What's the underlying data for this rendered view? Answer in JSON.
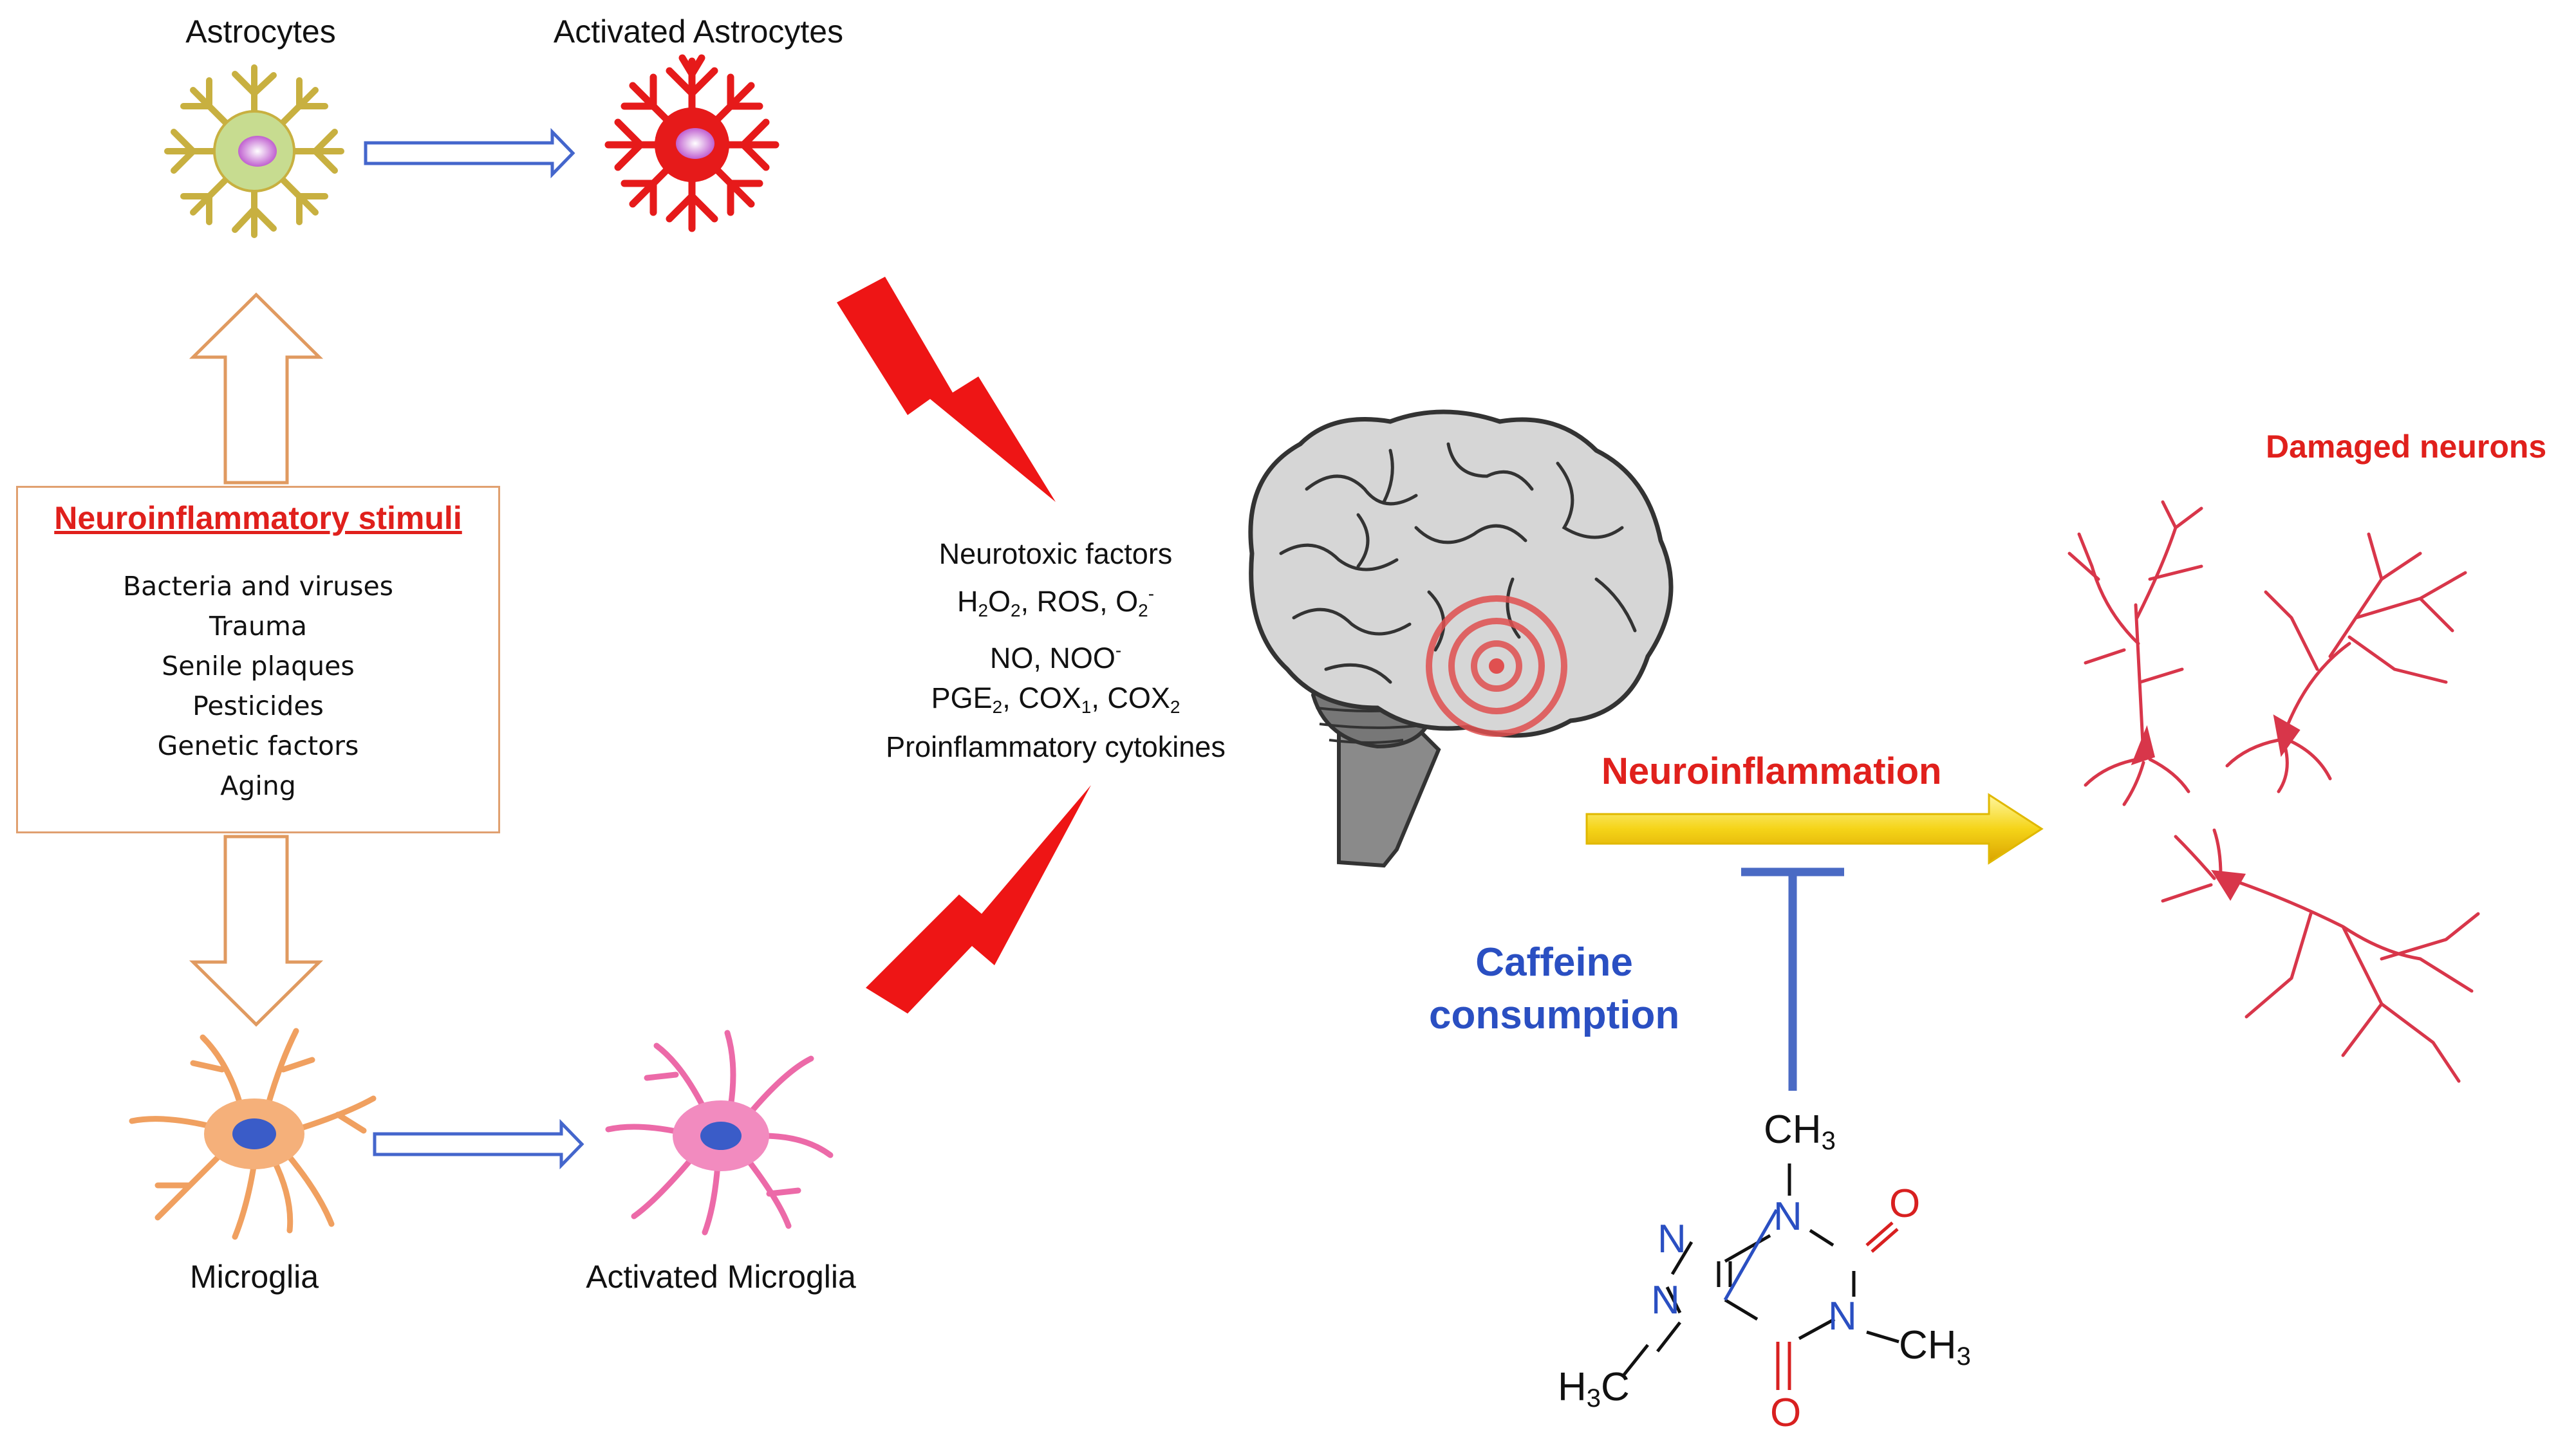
{
  "labels": {
    "astrocytes": "Astrocytes",
    "activated_astrocytes": "Activated Astrocytes",
    "microglia": "Microglia",
    "activated_microglia": "Activated Microglia",
    "damaged_neurons": "Damaged neurons",
    "neuroinflammation": "Neuroinflammation",
    "caffeine_line1": "Caffeine",
    "caffeine_line2": "consumption"
  },
  "stimuli": {
    "title": "Neuroinflammatory stimuli",
    "items": [
      "Bacteria and viruses",
      "Trauma",
      "Senile plaques",
      "Pesticides",
      "Genetic factors",
      "Aging"
    ]
  },
  "factors": {
    "line1": "Neurotoxic factors",
    "line5": "Proinflammatory cytokines"
  },
  "molecule": {
    "ch3": "CH",
    "ch3_sub": "3",
    "h3c": "H",
    "h3c_sub": "3",
    "h3c_c": "C",
    "n": "N",
    "o": "O"
  },
  "colors": {
    "red": "#e0201c",
    "blue": "#2a4fc2",
    "orange_border": "#e0a070",
    "yellow_arrow": "#f5d418",
    "neuron_red": "#d8364a"
  }
}
